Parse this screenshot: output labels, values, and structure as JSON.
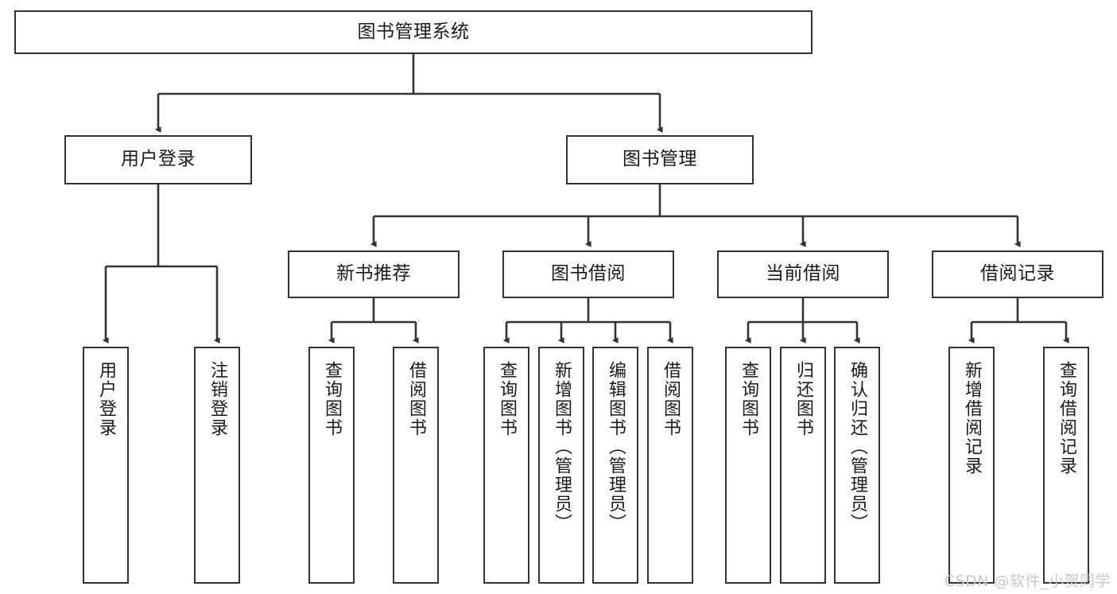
{
  "diagram": {
    "title": "图书管理系统",
    "type": "tree-hierarchy",
    "watermark": "CSDN @软件_小贺同学",
    "colors": {
      "stroke": "#333333",
      "fill": "#ffffff",
      "text": "#1a1a1a",
      "watermark": "#c8c8c8"
    },
    "nodes": {
      "root": {
        "label": "图书管理系统"
      },
      "level2": [
        {
          "id": "user-login",
          "label": "用户登录"
        },
        {
          "id": "book-manage",
          "label": "图书管理"
        }
      ],
      "level3": [
        {
          "id": "new-book-recommend",
          "label": "新书推荐"
        },
        {
          "id": "book-borrow",
          "label": "图书借阅"
        },
        {
          "id": "current-borrow",
          "label": "当前借阅"
        },
        {
          "id": "borrow-record",
          "label": "借阅记录"
        }
      ],
      "leaves": {
        "user-login": [
          {
            "id": "leaf-user-login",
            "label": "用户登录"
          },
          {
            "id": "leaf-logout-login",
            "label": "注销登录"
          }
        ],
        "new-book-recommend": [
          {
            "id": "leaf-query-book-1",
            "label": "查询图书"
          },
          {
            "id": "leaf-borrow-book-1",
            "label": "借阅图书"
          }
        ],
        "book-borrow": [
          {
            "id": "leaf-query-book-2",
            "label": "查询图书"
          },
          {
            "id": "leaf-add-book-admin",
            "label": "新增图书（管理员）"
          },
          {
            "id": "leaf-edit-book-admin",
            "label": "编辑图书（管理员）"
          },
          {
            "id": "leaf-borrow-book-2",
            "label": "借阅图书"
          }
        ],
        "current-borrow": [
          {
            "id": "leaf-query-book-3",
            "label": "查询图书"
          },
          {
            "id": "leaf-return-book",
            "label": "归还图书"
          },
          {
            "id": "leaf-confirm-return-admin",
            "label": "确认归还（管理员）"
          }
        ],
        "borrow-record": [
          {
            "id": "leaf-add-borrow-record",
            "label": "新增借阅记录"
          },
          {
            "id": "leaf-query-borrow-record",
            "label": "查询借阅记录"
          }
        ]
      }
    }
  }
}
